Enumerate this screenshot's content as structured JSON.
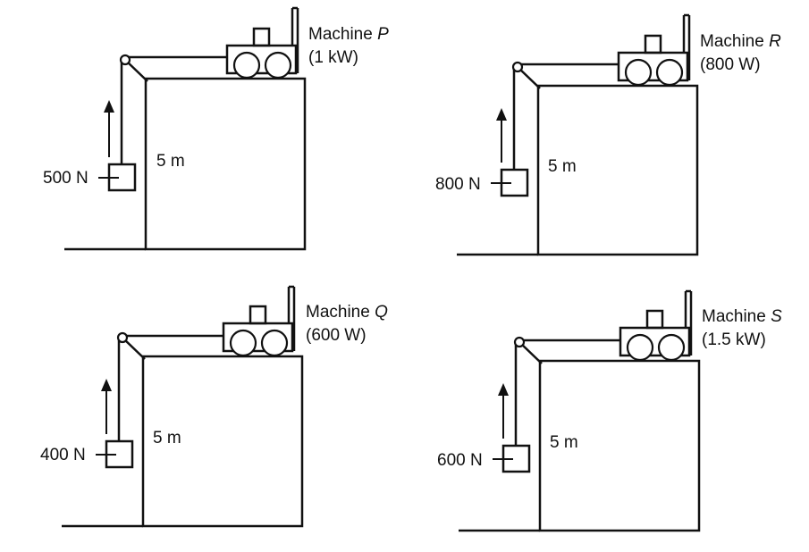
{
  "panels": [
    {
      "id": "P",
      "machine_word": "Machine",
      "machine_letter": "P",
      "power": "(1 kW)",
      "load": "500 N",
      "height": "5 m"
    },
    {
      "id": "R",
      "machine_word": "Machine",
      "machine_letter": "R",
      "power": "(800 W)",
      "load": "800 N",
      "height": "5 m"
    },
    {
      "id": "Q",
      "machine_word": "Machine",
      "machine_letter": "Q",
      "power": "(600 W)",
      "load": "400 N",
      "height": "5 m"
    },
    {
      "id": "S",
      "machine_word": "Machine",
      "machine_letter": "S",
      "power": "(1.5 kW)",
      "load": "600 N",
      "height": "5 m"
    }
  ]
}
